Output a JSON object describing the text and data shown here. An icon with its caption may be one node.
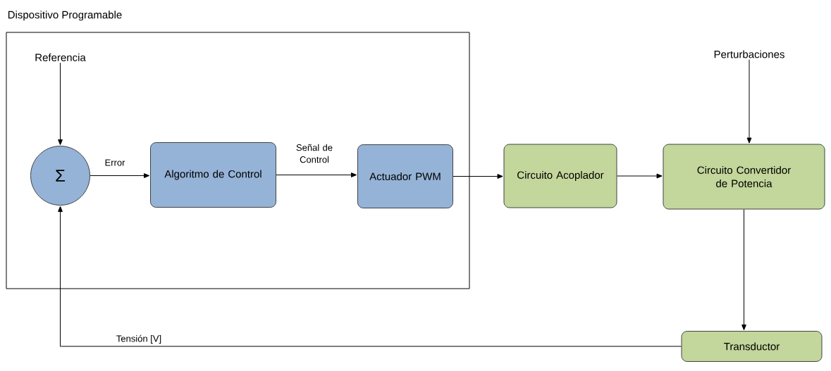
{
  "diagram": {
    "nodes": [
      {
        "text": [
          "Dispositivo Programable"
        ]
      },
      {
        "text": [
          "Referencia"
        ],
        "in": 0
      },
      {
        "text": [
          "Σ"
        ],
        "in": 0
      },
      {
        "text": [
          "Algoritmo de Control"
        ],
        "in": 0
      },
      {
        "text": [
          "Actuador PWM"
        ],
        "in": 0
      },
      {
        "text": [
          "Circuito Acoplador"
        ]
      },
      {
        "text": [
          "Circuito Convertidor de Potencia"
        ]
      },
      {
        "text": [
          "Perturbaciones"
        ]
      },
      {
        "text": [
          "Transductor"
        ]
      }
    ],
    "edges": [
      {
        "from": 1,
        "to": 2,
        "arrow": "to"
      },
      {
        "from": 2,
        "to": 3,
        "arrow": "to",
        "label": "Error"
      },
      {
        "from": 3,
        "to": 4,
        "arrow": "to",
        "label": "Señal de Control"
      },
      {
        "from": 4,
        "to": 5,
        "arrow": "to"
      },
      {
        "from": 5,
        "to": 6,
        "arrow": "to"
      },
      {
        "from": 7,
        "to": 6,
        "arrow": "to"
      },
      {
        "from": 6,
        "to": 8,
        "arrow": "to"
      },
      {
        "from": 8,
        "to": 2,
        "arrow": "to",
        "label": "Tensión [V]"
      }
    ]
  }
}
